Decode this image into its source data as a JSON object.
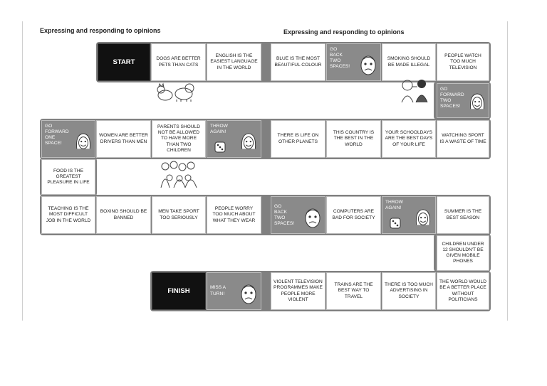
{
  "titles": {
    "left": "Expressing and responding to opinions",
    "right": "Expressing and responding to opinions"
  },
  "row1": {
    "start": "START",
    "dogs": "DOGS ARE BETTER PETS THAN CATS",
    "english": "ENGLISH IS THE EASIEST LANGUAGE IN THE WORLD",
    "blue": "BLUE IS THE MOST BEAUTIFUL COLOUR",
    "go_back": "GO BACK TWO SPACES!",
    "smoking": "SMOKING SHOULD BE MADE ILLEGAL",
    "tv": "PEOPLE WATCH TOO MUCH TELEVISION"
  },
  "side1": {
    "go_forward": "GO FORWARD TWO SPACES!"
  },
  "row2": {
    "go_forward": "GO FORWARD ONE SPACE!",
    "women": "WOMEN ARE BETTER DRIVERS THAN MEN",
    "parents": "PARENTS SHOULD NOT BE ALLOWED TO HAVE MORE THAN TWO CHILDREN",
    "throw": "THROW AGAIN!",
    "life": "THERE IS LIFE ON OTHER PLANETS",
    "country": "THIS COUNTRY IS THE BEST IN THE WORLD",
    "school": "YOUR SCHOOLDAYS ARE THE BEST DAYS OF YOUR LIFE",
    "sport": "WATCHING SPORT IS A WASTE OF TIME"
  },
  "side2": {
    "food": "FOOD IS THE GREATEST PLEASURE IN LIFE"
  },
  "row3": {
    "teaching": "TEACHING IS THE MOST DIFFICULT JOB IN THE WORLD",
    "boxing": "BOXING SHOULD BE BANNED",
    "men": "MEN TAKE SPORT TOO SERIOUSLY",
    "worry": "PEOPLE WORRY TOO MUCH ABOUT WHAT THEY WEAR",
    "go_back": "GO BACK TWO SPACES!",
    "computers": "COMPUTERS ARE BAD FOR SOCIETY",
    "throw": "THROW AGAIN!",
    "summer": "SUMMER IS THE BEST SEASON"
  },
  "side3": {
    "children": "CHILDREN UNDER 12 SHOULDN'T BE GIVEN MOBILE PHONES"
  },
  "row4": {
    "finish": "FINISH",
    "miss": "MISS A TURN!",
    "violent": "VIOLENT TELEVISION PROGRAMMES MAKE PEOPLE MORE VIOLENT",
    "trains": "TRAINS ARE THE BEST WAY TO TRAVEL",
    "advertising": "THERE IS TOO MUCH ADVERTISING IN SOCIETY",
    "better": "THE WORLD WOULD BE A BETTER PLACE WITHOUT POLITICIANS"
  },
  "colors": {
    "board": "#808080",
    "dark_cell": "#111111",
    "action_cell": "#8a8a8a"
  }
}
